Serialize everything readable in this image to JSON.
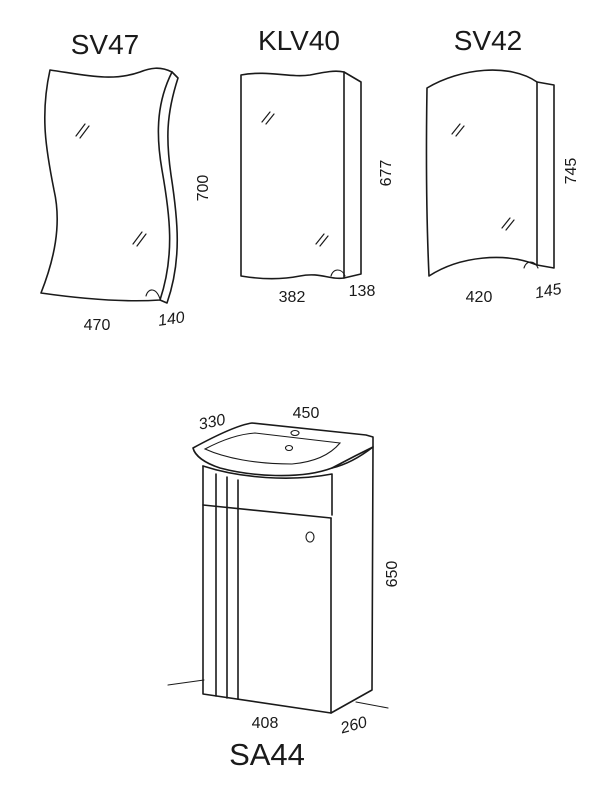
{
  "products": {
    "sv47": {
      "name": "SV47",
      "width": "470",
      "depth": "140",
      "height": "700"
    },
    "klv40": {
      "name": "KLV40",
      "width": "382",
      "depth": "138",
      "height": "677"
    },
    "sv42": {
      "name": "SV42",
      "width": "420",
      "depth": "145",
      "height": "745"
    },
    "sa44": {
      "name": "SA44",
      "basin_width": "450",
      "basin_depth": "330",
      "height": "650",
      "cabinet_width": "408",
      "cabinet_depth": "260"
    }
  }
}
